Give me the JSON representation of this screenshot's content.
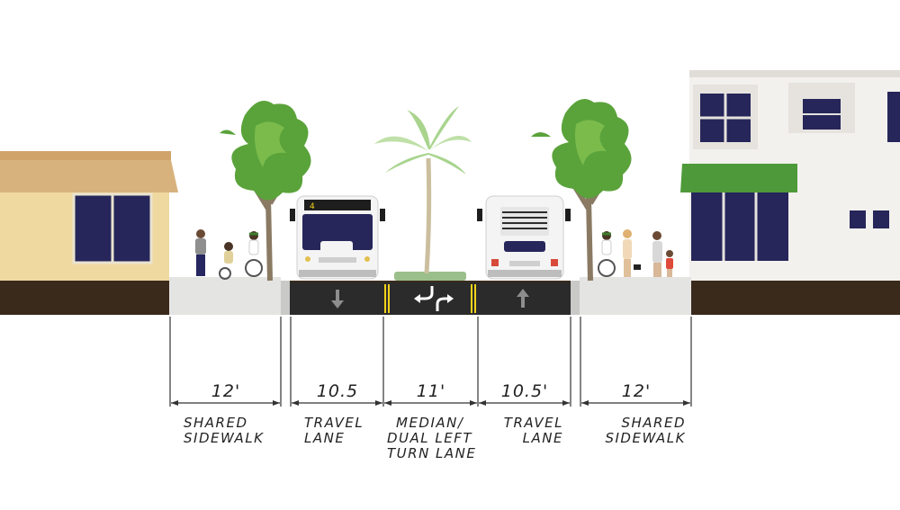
{
  "segments": [
    {
      "id": "sidewalk-left",
      "width_label": "12'",
      "lines": [
        "SHARED",
        "SIDEWALK"
      ]
    },
    {
      "id": "travel-lane-left",
      "width_label": "10.5",
      "lines": [
        "TRAVEL",
        "LANE"
      ]
    },
    {
      "id": "median",
      "width_label": "11'",
      "lines": [
        "MEDIAN/",
        "DUAL LEFT",
        "TURN LANE"
      ]
    },
    {
      "id": "travel-lane-right",
      "width_label": "10.5'",
      "lines": [
        "TRAVEL",
        "LANE"
      ]
    },
    {
      "id": "sidewalk-right",
      "width_label": "12'",
      "lines": [
        "SHARED",
        "SIDEWALK"
      ]
    }
  ],
  "bus_route_number": "4",
  "colors": {
    "road": "#2b2b2b",
    "ground": "#3a2a1c",
    "sidewalk": "#e4e4e2",
    "tree_green": "#5aa33b",
    "tree_trunk": "#8a7a63",
    "awning": "#4e9a3a",
    "building_left": "#efd9a0",
    "building_right": "#f3f1ee",
    "window": "#26265a",
    "median_stripe": "#f3d21a"
  }
}
